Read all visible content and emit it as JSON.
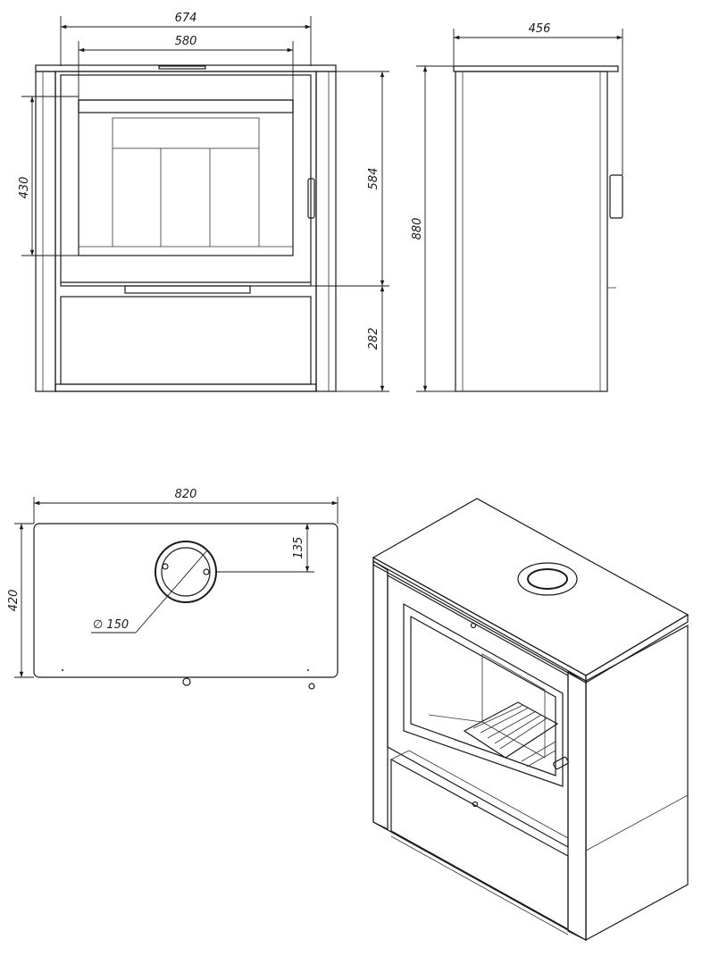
{
  "drawing": {
    "front_view": {
      "overall_width": "674",
      "door_width": "580",
      "window_height": "430",
      "door_height": "584",
      "base_height": "282"
    },
    "side_view": {
      "depth": "456",
      "total_height": "880"
    },
    "top_view": {
      "top_width": "820",
      "top_depth": "420",
      "flue_offset": "135",
      "flue_diameter": "150",
      "diameter_symbol": "∅"
    },
    "perspective_view": {}
  }
}
